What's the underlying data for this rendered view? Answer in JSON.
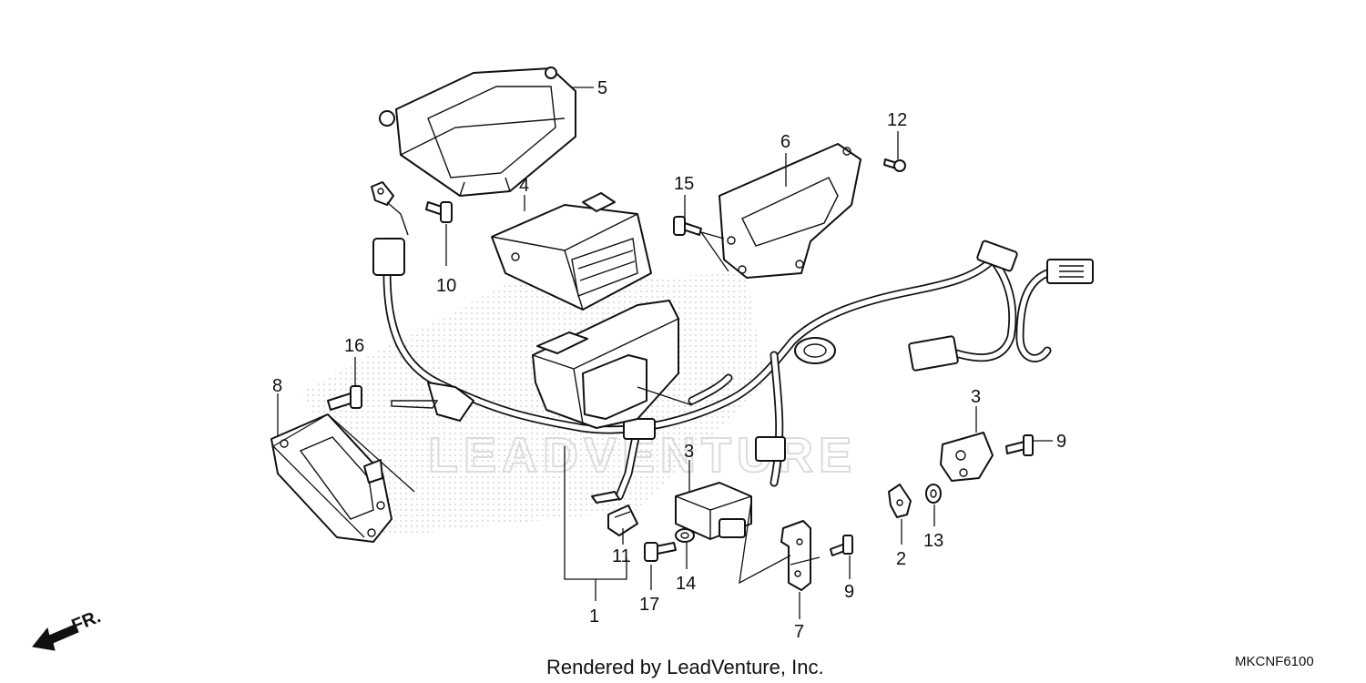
{
  "diagram": {
    "callouts": [
      {
        "id": "c1",
        "text": "1"
      },
      {
        "id": "c2",
        "text": "2"
      },
      {
        "id": "c3a",
        "text": "3"
      },
      {
        "id": "c3b",
        "text": "3"
      },
      {
        "id": "c4",
        "text": "4"
      },
      {
        "id": "c5",
        "text": "5"
      },
      {
        "id": "c6",
        "text": "6"
      },
      {
        "id": "c7",
        "text": "7"
      },
      {
        "id": "c8",
        "text": "8"
      },
      {
        "id": "c9a",
        "text": "9"
      },
      {
        "id": "c9b",
        "text": "9"
      },
      {
        "id": "c10",
        "text": "10"
      },
      {
        "id": "c11",
        "text": "11"
      },
      {
        "id": "c12",
        "text": "12"
      },
      {
        "id": "c13",
        "text": "13"
      },
      {
        "id": "c14",
        "text": "14"
      },
      {
        "id": "c15",
        "text": "15"
      },
      {
        "id": "c16",
        "text": "16"
      },
      {
        "id": "c17",
        "text": "17"
      }
    ],
    "direction_label": "FR.",
    "watermark": "LEADVENTURE",
    "footer": "Rendered by LeadVenture, Inc.",
    "diagram_code": "MKCNF6100"
  }
}
